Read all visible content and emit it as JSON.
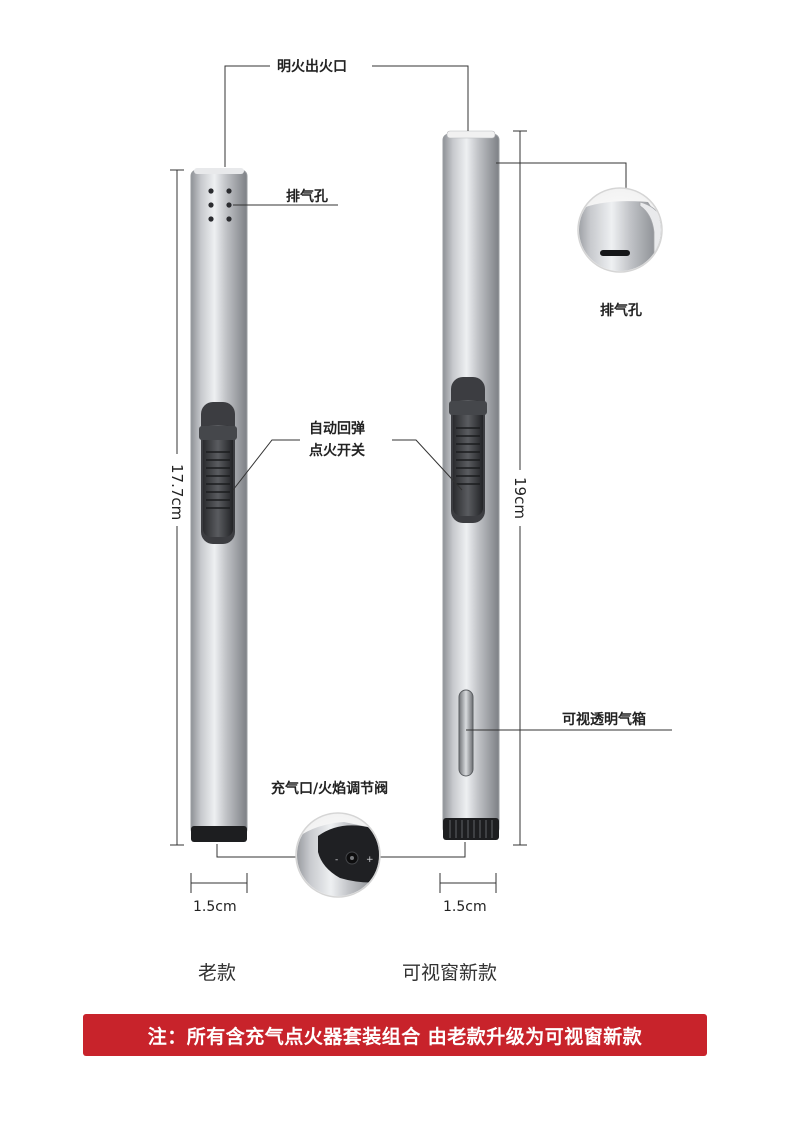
{
  "labels": {
    "flame_outlet": "明火出火口",
    "vent_hole_old": "排气孔",
    "vent_hole_new": "排气孔",
    "switch_line1": "自动回弹",
    "switch_line2": "点火开关",
    "gas_tank": "可视透明气箱",
    "refill_valve": "充气口/火焰调节阀"
  },
  "dimensions": {
    "old_length": "17.7cm",
    "new_length": "19cm",
    "old_width": "1.5cm",
    "new_width": "1.5cm"
  },
  "captions": {
    "old_model": "老款",
    "new_model": "可视窗新款"
  },
  "note": "注：所有含充气点火器套装组合 由老款升级为可视窗新款",
  "colors": {
    "banner": "#c8232b",
    "body_silver": "#c9cbcf"
  }
}
